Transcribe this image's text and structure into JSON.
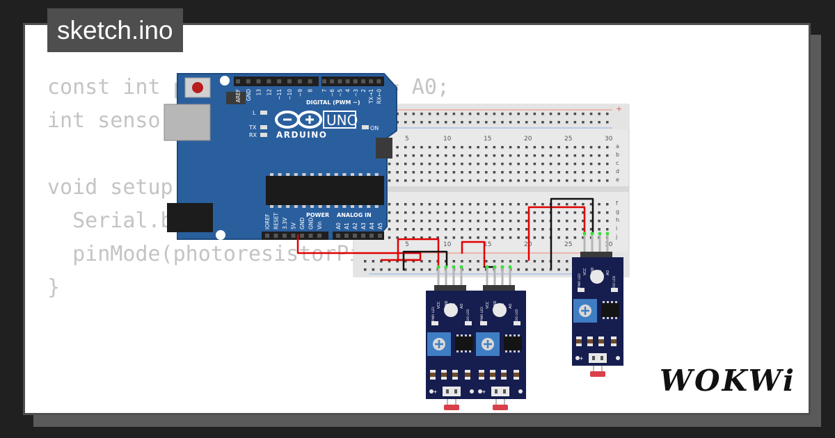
{
  "tab": {
    "filename": "sketch.ino"
  },
  "code": {
    "lines": [
      "const int photoresistorPin = A0;",
      "int sensorValue = 0;",
      "",
      "void setup() {",
      "  Serial.begin(9600);",
      "  pinMode(photoresistorPin, INPUT);",
      "}"
    ]
  },
  "arduino": {
    "brand": "ARDUINO",
    "model": "UNO",
    "digital_header": "DIGITAL (PWM ~)",
    "power_label": "POWER",
    "analog_label": "ANALOG IN",
    "on_label": "ON",
    "l_label": "L",
    "tx_label": "TX",
    "rx_label": "RX",
    "top_pins": [
      "AREF",
      "GND",
      "13",
      "12",
      "~11",
      "~10",
      "~9",
      "8",
      "7",
      "~6",
      "~5",
      "4",
      "~3",
      "2",
      "TX→1",
      "RX←0"
    ],
    "power_pins": [
      "IOREF",
      "RESET",
      "3.3V",
      "5V",
      "GND",
      "GND",
      "Vin"
    ],
    "analog_pins": [
      "A0",
      "A1",
      "A2",
      "A3",
      "A4",
      "A5"
    ]
  },
  "breadboard": {
    "col_numbers": [
      "5",
      "10",
      "15",
      "20",
      "25",
      "30"
    ],
    "row_letters_top": [
      "a",
      "b",
      "c",
      "d",
      "e"
    ],
    "row_letters_bottom": [
      "f",
      "g",
      "h",
      "i",
      "j"
    ],
    "plus_sign": "+"
  },
  "sensor_module": {
    "pins": [
      "VCC",
      "GND",
      "DO",
      "AO"
    ],
    "leds": [
      "PWR LED",
      "DO LED"
    ],
    "plus": "+"
  },
  "logo": {
    "text": "WOKWi"
  },
  "colors": {
    "background": "#202020",
    "card": "#ffffff",
    "frame": "#4e4e4e",
    "arduino_blue": "#2a5f9e",
    "module_blue": "#161d4f",
    "wire_red": "#e00000",
    "wire_black": "#111111",
    "pin_green": "#3ddc3d"
  }
}
